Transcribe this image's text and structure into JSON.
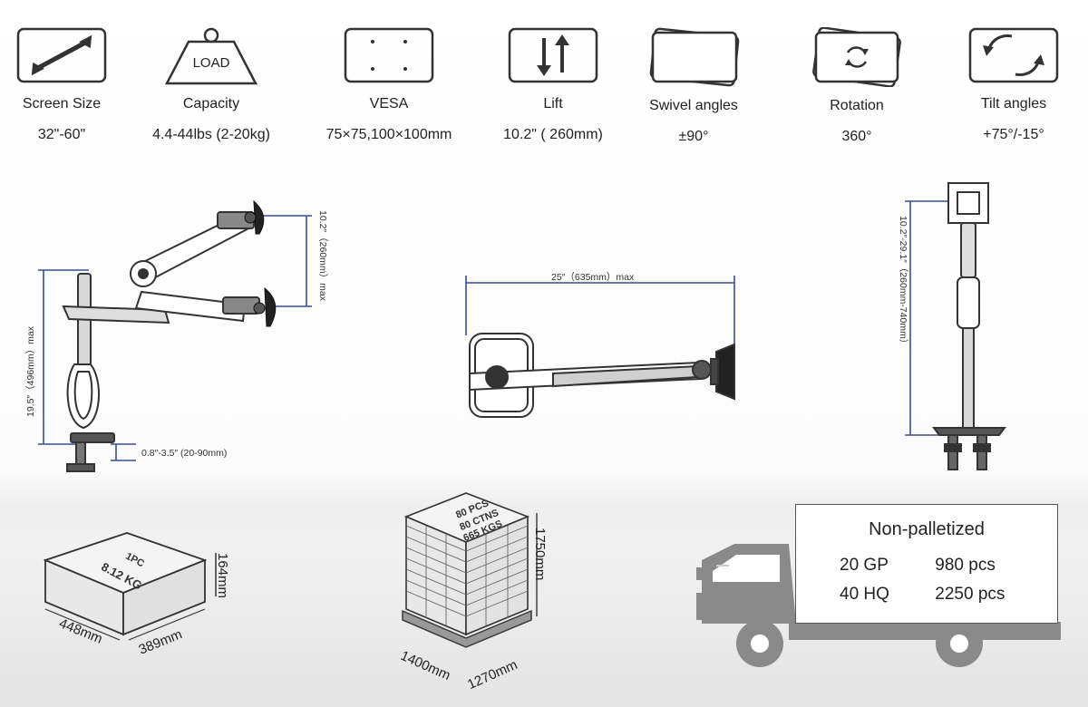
{
  "specs": [
    {
      "icon": "diagonal-arrow-icon",
      "label": "Screen Size",
      "value": "32\"-60\""
    },
    {
      "icon": "weight-load-icon",
      "label": "Capacity",
      "value": "4.4-44lbs (2-20kg)",
      "icon_text": "LOAD"
    },
    {
      "icon": "vesa-plate-icon",
      "label": "VESA",
      "value": "75×75,100×100mm"
    },
    {
      "icon": "lift-arrows-icon",
      "label": "Lift",
      "value": "10.2\" ( 260mm)"
    },
    {
      "icon": "swivel-screens-icon",
      "label": "Swivel angles",
      "value": "±90°"
    },
    {
      "icon": "rotation-icon",
      "label": "Rotation",
      "value": "360°"
    },
    {
      "icon": "tilt-arrows-icon",
      "label": "Tilt angles",
      "value": "+75°/-15°"
    }
  ],
  "diagrams": {
    "side": {
      "height_label": "19.5″（496mm）max",
      "lift_label": "10.2″（260mm）max",
      "clamp_label": "0.8″-3.5″ (20-90mm)"
    },
    "top": {
      "reach_label": "25″（635mm）max"
    },
    "front": {
      "height_label": "10.2″-29.1″（260mm-740mm）"
    }
  },
  "packaging": {
    "carton": {
      "text1": "1PC",
      "text2": "8.12 KG",
      "height": "164mm",
      "length": "448mm",
      "width": "389mm"
    },
    "pallet": {
      "text1": "80 PCS",
      "text2": "80 CTNS",
      "text3": "665 KGS",
      "height": "1750mm",
      "length": "1400mm",
      "width": "1270mm"
    }
  },
  "shipping": {
    "title": "Non-palletized",
    "rows": [
      {
        "container": "20 GP",
        "qty": "980 pcs"
      },
      {
        "container": "40 HQ",
        "qty": "2250 pcs"
      }
    ]
  }
}
